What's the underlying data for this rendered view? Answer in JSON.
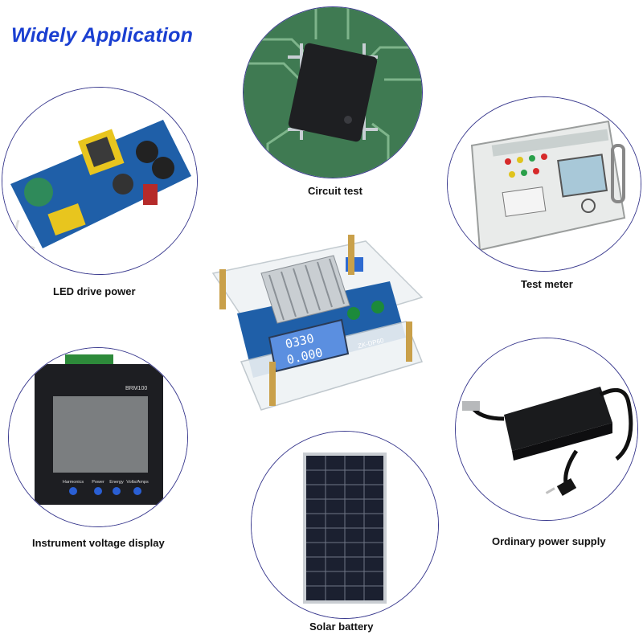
{
  "title": "Widely Application",
  "center_module": {
    "display_top": "0330",
    "display_bottom": "0.000",
    "model": "ZK-DP60"
  },
  "applications": [
    {
      "label": "Circuit test",
      "icon": "microchip-icon"
    },
    {
      "label": "LED drive power",
      "icon": "led-driver-board-icon"
    },
    {
      "label": "Test meter",
      "icon": "test-meter-icon"
    },
    {
      "label": "Instrument voltage display",
      "icon": "panel-meter-icon",
      "device_model": "BRM100",
      "buttons": [
        "Harmonics",
        "Power",
        "Energy",
        "Volts/Amps"
      ]
    },
    {
      "label": "Ordinary power supply",
      "icon": "power-adapter-icon"
    },
    {
      "label": "Solar battery",
      "icon": "solar-panel-icon"
    }
  ],
  "colors": {
    "title": "#1a3fd1",
    "circle_border": "#3b3b8f",
    "pcb_blue": "#1f5fa8",
    "pcb_green": "#3f7a52",
    "lcd_blue": "#5b8fe0"
  }
}
